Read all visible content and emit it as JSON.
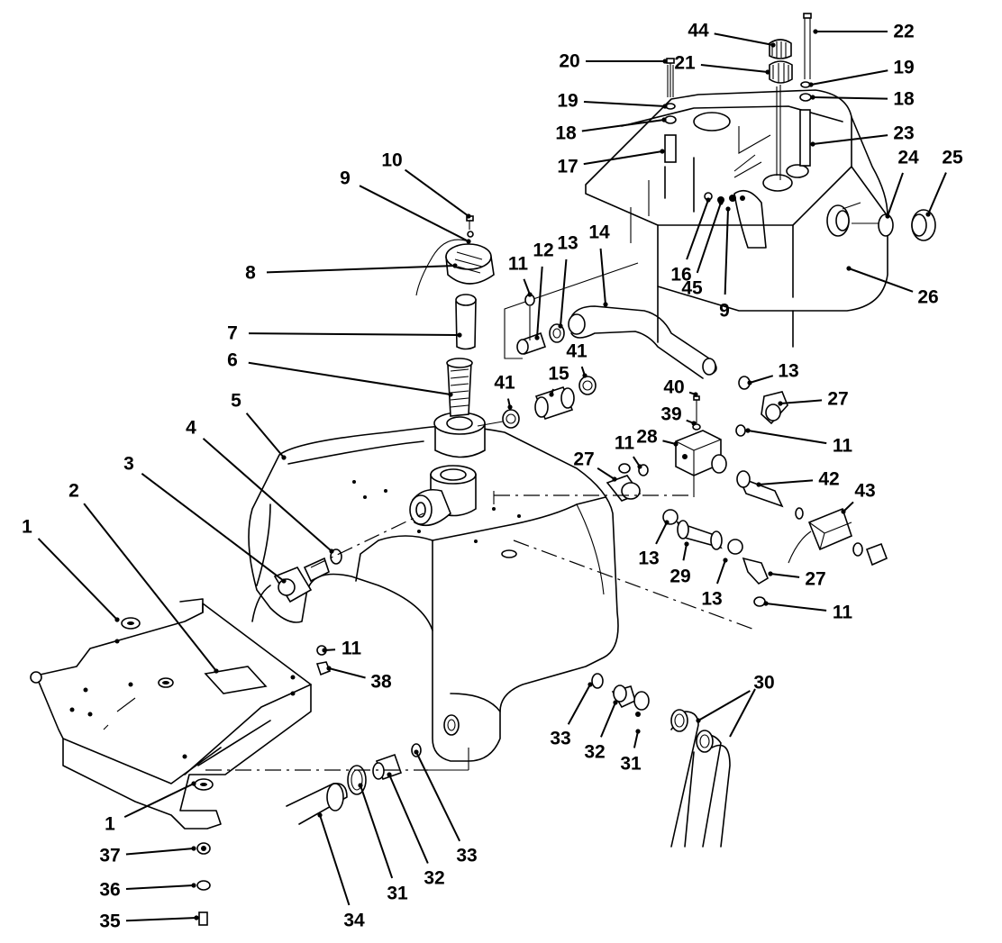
{
  "diagram": {
    "callouts": [
      {
        "id": "c1a",
        "label": "1"
      },
      {
        "id": "c1b",
        "label": "1"
      },
      {
        "id": "c2",
        "label": "2"
      },
      {
        "id": "c3",
        "label": "3"
      },
      {
        "id": "c4",
        "label": "4"
      },
      {
        "id": "c5",
        "label": "5"
      },
      {
        "id": "c6",
        "label": "6"
      },
      {
        "id": "c7",
        "label": "7"
      },
      {
        "id": "c8",
        "label": "8"
      },
      {
        "id": "c9a",
        "label": "9"
      },
      {
        "id": "c9b",
        "label": "9"
      },
      {
        "id": "c10",
        "label": "10"
      },
      {
        "id": "c11a",
        "label": "11"
      },
      {
        "id": "c11b",
        "label": "11"
      },
      {
        "id": "c11c",
        "label": "11"
      },
      {
        "id": "c11d",
        "label": "11"
      },
      {
        "id": "c11e",
        "label": "11"
      },
      {
        "id": "c12",
        "label": "12"
      },
      {
        "id": "c13a",
        "label": "13"
      },
      {
        "id": "c13b",
        "label": "13"
      },
      {
        "id": "c13c",
        "label": "13"
      },
      {
        "id": "c13d",
        "label": "13"
      },
      {
        "id": "c14",
        "label": "14"
      },
      {
        "id": "c15",
        "label": "15"
      },
      {
        "id": "c16",
        "label": "16"
      },
      {
        "id": "c17",
        "label": "17"
      },
      {
        "id": "c18a",
        "label": "18"
      },
      {
        "id": "c18b",
        "label": "18"
      },
      {
        "id": "c19a",
        "label": "19"
      },
      {
        "id": "c19b",
        "label": "19"
      },
      {
        "id": "c20",
        "label": "20"
      },
      {
        "id": "c21",
        "label": "21"
      },
      {
        "id": "c22",
        "label": "22"
      },
      {
        "id": "c23",
        "label": "23"
      },
      {
        "id": "c24",
        "label": "24"
      },
      {
        "id": "c25",
        "label": "25"
      },
      {
        "id": "c26",
        "label": "26"
      },
      {
        "id": "c27a",
        "label": "27"
      },
      {
        "id": "c27b",
        "label": "27"
      },
      {
        "id": "c27c",
        "label": "27"
      },
      {
        "id": "c28",
        "label": "28"
      },
      {
        "id": "c29",
        "label": "29"
      },
      {
        "id": "c30",
        "label": "30"
      },
      {
        "id": "c31a",
        "label": "31"
      },
      {
        "id": "c31b",
        "label": "31"
      },
      {
        "id": "c32a",
        "label": "32"
      },
      {
        "id": "c32b",
        "label": "32"
      },
      {
        "id": "c33a",
        "label": "33"
      },
      {
        "id": "c33b",
        "label": "33"
      },
      {
        "id": "c34",
        "label": "34"
      },
      {
        "id": "c35",
        "label": "35"
      },
      {
        "id": "c36",
        "label": "36"
      },
      {
        "id": "c37",
        "label": "37"
      },
      {
        "id": "c38",
        "label": "38"
      },
      {
        "id": "c39",
        "label": "39"
      },
      {
        "id": "c40",
        "label": "40"
      },
      {
        "id": "c41a",
        "label": "41"
      },
      {
        "id": "c41b",
        "label": "41"
      },
      {
        "id": "c42",
        "label": "42"
      },
      {
        "id": "c43",
        "label": "43"
      },
      {
        "id": "c44",
        "label": "44"
      },
      {
        "id": "c45",
        "label": "45"
      }
    ]
  }
}
